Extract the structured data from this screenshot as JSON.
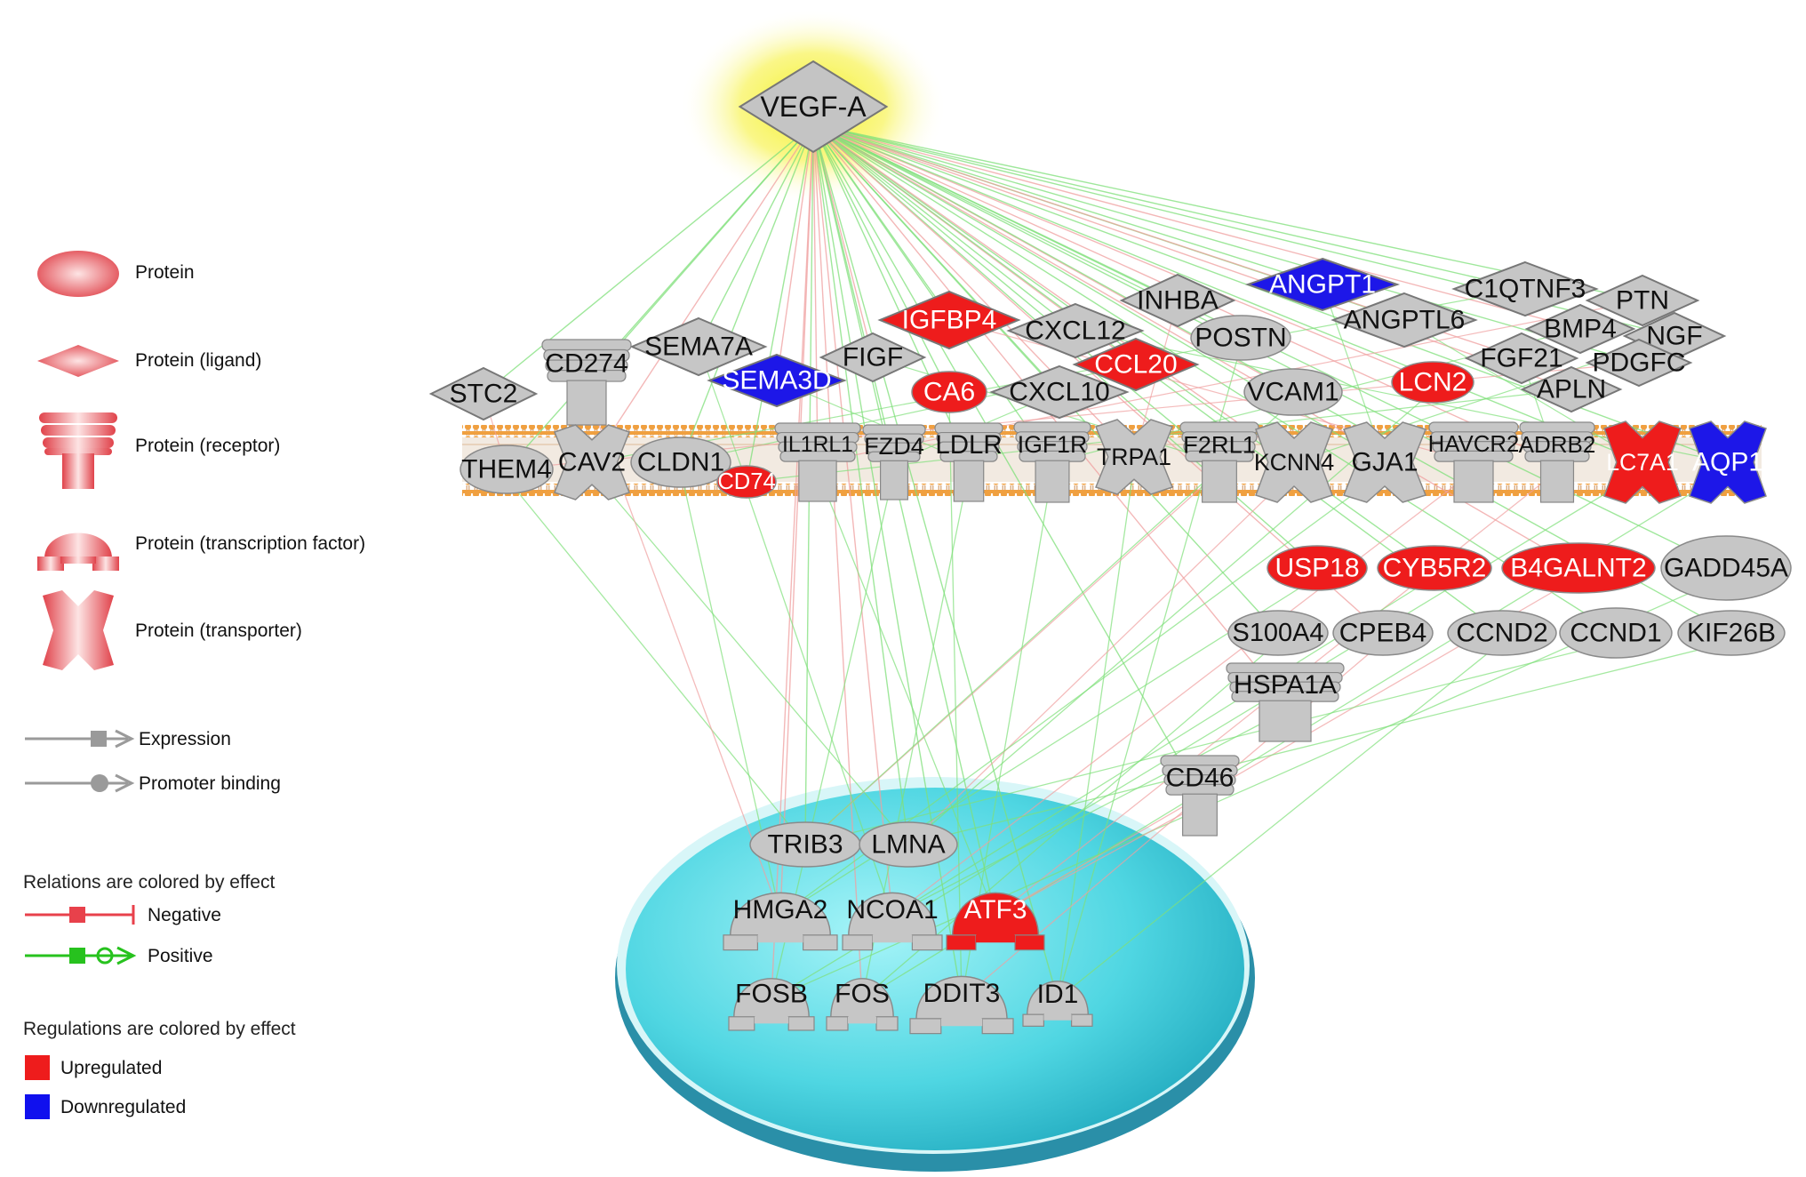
{
  "legend": {
    "items": [
      {
        "key": "protein",
        "label": "Protein",
        "icon": "protein-ellipse-icon"
      },
      {
        "key": "ligand",
        "label": "Protein (ligand)",
        "icon": "ligand-diamond-icon"
      },
      {
        "key": "receptor",
        "label": "Protein (receptor)",
        "icon": "receptor-icon"
      },
      {
        "key": "tf",
        "label": "Protein (transcription factor)",
        "icon": "transcription-factor-icon"
      },
      {
        "key": "transporter",
        "label": "Protein (transporter)",
        "icon": "transporter-icon"
      }
    ],
    "relations": [
      {
        "key": "expression",
        "label": "Expression",
        "icon": "expression-arrow-icon"
      },
      {
        "key": "promoter",
        "label": "Promoter binding",
        "icon": "promoter-binding-arrow-icon"
      }
    ],
    "relations_heading": "Relations are colored by effect",
    "effects": [
      {
        "key": "negative",
        "label": "Negative",
        "color": "#e8414b"
      },
      {
        "key": "positive",
        "label": "Positive",
        "color": "#27c21e"
      }
    ],
    "regulations_heading": "Regulations are colored by effect",
    "regulations": [
      {
        "key": "up",
        "label": "Upregulated",
        "color": "#ee1c1c"
      },
      {
        "key": "down",
        "label": "Downregulated",
        "color": "#1010ee"
      }
    ]
  },
  "colors": {
    "gray": "#c6c6c6",
    "red": "#ee1c1c",
    "blue": "#1d17e8",
    "membrane": "#f0a040",
    "nucleus": "#3ed0dc",
    "halo": "#f4f020",
    "edge_pos": "#7fe07a",
    "edge_neg": "#f0a0a0"
  },
  "network": {
    "hub": {
      "id": "VEGF-A",
      "label": "VEGF-A"
    },
    "ligands": [
      {
        "id": "STC2",
        "label": "STC2",
        "state": "none"
      },
      {
        "id": "SEMA7A",
        "label": "SEMA7A",
        "state": "none"
      },
      {
        "id": "SEMA3D",
        "label": "SEMA3D",
        "state": "down"
      },
      {
        "id": "FIGF",
        "label": "FIGF",
        "state": "none"
      },
      {
        "id": "IGFBP4",
        "label": "IGFBP4",
        "state": "up"
      },
      {
        "id": "CXCL12",
        "label": "CXCL12",
        "state": "none"
      },
      {
        "id": "CCL20",
        "label": "CCL20",
        "state": "up"
      },
      {
        "id": "CXCL10",
        "label": "CXCL10",
        "state": "none"
      },
      {
        "id": "INHBA",
        "label": "INHBA",
        "state": "none"
      },
      {
        "id": "ANGPT1",
        "label": "ANGPT1",
        "state": "down"
      },
      {
        "id": "ANGPTL6",
        "label": "ANGPTL6",
        "state": "none"
      },
      {
        "id": "C1QTNF3",
        "label": "C1QTNF3",
        "state": "none"
      },
      {
        "id": "PTN",
        "label": "PTN",
        "state": "none"
      },
      {
        "id": "BMP4",
        "label": "BMP4",
        "state": "none"
      },
      {
        "id": "NGF",
        "label": "NGF",
        "state": "none"
      },
      {
        "id": "FGF21",
        "label": "FGF21",
        "state": "none"
      },
      {
        "id": "PDGFC",
        "label": "PDGFC",
        "state": "none"
      },
      {
        "id": "APLN",
        "label": "APLN",
        "state": "none"
      }
    ],
    "proteins": [
      {
        "id": "CA6",
        "label": "CA6",
        "state": "up"
      },
      {
        "id": "POSTN",
        "label": "POSTN",
        "state": "none"
      },
      {
        "id": "VCAM1",
        "label": "VCAM1",
        "state": "none"
      },
      {
        "id": "LCN2",
        "label": "LCN2",
        "state": "up"
      },
      {
        "id": "USP18",
        "label": "USP18",
        "state": "up"
      },
      {
        "id": "CYB5R2",
        "label": "CYB5R2",
        "state": "up"
      },
      {
        "id": "B4GALNT2",
        "label": "B4GALNT2",
        "state": "up"
      },
      {
        "id": "GADD45A",
        "label": "GADD45A",
        "state": "none"
      },
      {
        "id": "S100A4",
        "label": "S100A4",
        "state": "none"
      },
      {
        "id": "CPEB4",
        "label": "CPEB4",
        "state": "none"
      },
      {
        "id": "CCND2",
        "label": "CCND2",
        "state": "none"
      },
      {
        "id": "CCND1",
        "label": "CCND1",
        "state": "none"
      },
      {
        "id": "KIF26B",
        "label": "KIF26B",
        "state": "none"
      }
    ],
    "receptors_above": [
      {
        "id": "CD274",
        "label": "CD274",
        "state": "none"
      },
      {
        "id": "HSPA1A",
        "label": "HSPA1A",
        "state": "none"
      },
      {
        "id": "CD46",
        "label": "CD46",
        "state": "none"
      }
    ],
    "membrane_nodes": [
      {
        "id": "THEM4",
        "label": "THEM4",
        "kind": "protein",
        "state": "none"
      },
      {
        "id": "CAV2",
        "label": "CAV2",
        "kind": "transporter",
        "state": "none"
      },
      {
        "id": "CLDN1",
        "label": "CLDN1",
        "kind": "protein",
        "state": "none"
      },
      {
        "id": "CD74",
        "label": "CD74",
        "kind": "protein",
        "state": "up"
      },
      {
        "id": "IL1RL1",
        "label": "IL1RL1",
        "kind": "receptor",
        "state": "none"
      },
      {
        "id": "FZD4",
        "label": "FZD4",
        "kind": "receptor",
        "state": "none"
      },
      {
        "id": "LDLR",
        "label": "LDLR",
        "kind": "receptor",
        "state": "none"
      },
      {
        "id": "IGF1R",
        "label": "IGF1R",
        "kind": "receptor",
        "state": "none"
      },
      {
        "id": "TRPA1",
        "label": "TRPA1",
        "kind": "transporter",
        "state": "none"
      },
      {
        "id": "F2RL1",
        "label": "F2RL1",
        "kind": "receptor",
        "state": "none"
      },
      {
        "id": "KCNN4",
        "label": "KCNN4",
        "kind": "transporter",
        "state": "none"
      },
      {
        "id": "GJA1",
        "label": "GJA1",
        "kind": "transporter",
        "state": "none"
      },
      {
        "id": "HAVCR2",
        "label": "HAVCR2",
        "kind": "receptor",
        "state": "none"
      },
      {
        "id": "ADRB2",
        "label": "ADRB2",
        "kind": "receptor",
        "state": "none"
      },
      {
        "id": "SLC7A1",
        "label": "LC7A1",
        "kind": "transporter",
        "state": "up"
      },
      {
        "id": "AQP1",
        "label": "AQP1",
        "kind": "transporter",
        "state": "down"
      }
    ],
    "nuclear": [
      {
        "id": "TRIB3",
        "label": "TRIB3",
        "kind": "protein",
        "state": "none"
      },
      {
        "id": "LMNA",
        "label": "LMNA",
        "kind": "protein",
        "state": "none"
      },
      {
        "id": "HMGA2",
        "label": "HMGA2",
        "kind": "tf",
        "state": "none"
      },
      {
        "id": "NCOA1",
        "label": "NCOA1",
        "kind": "tf",
        "state": "none"
      },
      {
        "id": "ATF3",
        "label": "ATF3",
        "kind": "tf",
        "state": "up"
      },
      {
        "id": "FOSB",
        "label": "FOSB",
        "kind": "tf",
        "state": "none"
      },
      {
        "id": "FOS",
        "label": "FOS",
        "kind": "tf",
        "state": "none"
      },
      {
        "id": "DDIT3",
        "label": "DDIT3",
        "kind": "tf",
        "state": "none"
      },
      {
        "id": "ID1",
        "label": "ID1",
        "kind": "tf",
        "state": "none"
      }
    ]
  }
}
